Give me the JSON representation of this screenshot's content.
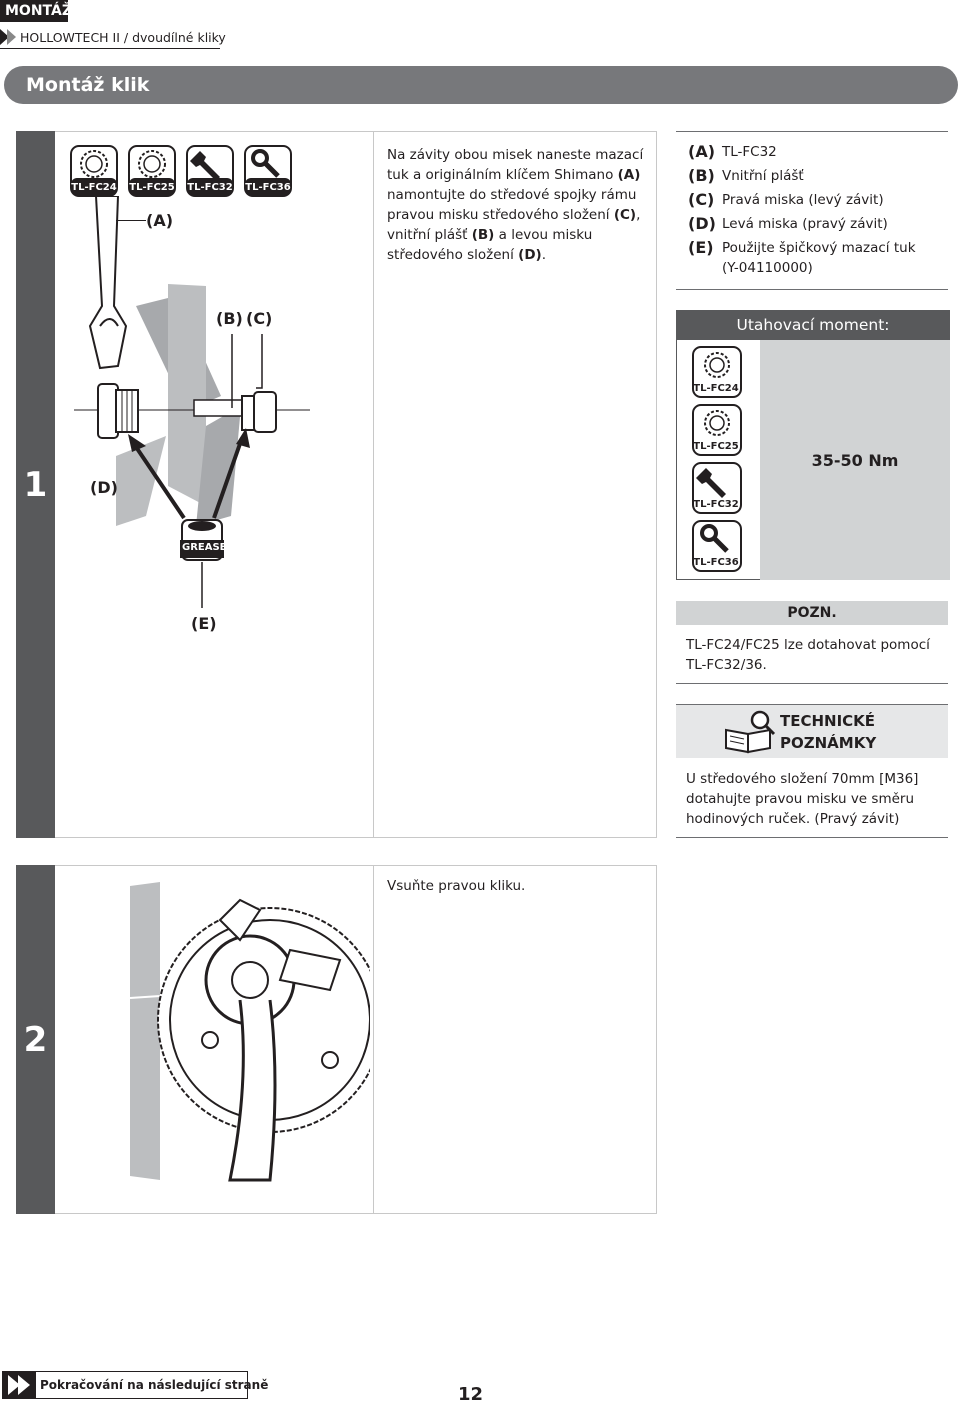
{
  "header": {
    "section": "MONTÁŽ",
    "breadcrumb": "HOLLOWTECH II / dvoudílné kliky",
    "title": "Montáž klik"
  },
  "step1": {
    "number": "1",
    "description_html": "Na závity obou misek naneste mazací tuk a originálním klíčem Shimano <b>(A)</b> namontujte do středové spojky rámu pravou misku středového složení <b>(C)</b>, vnitřní plášť <b>(B)</b> a levou misku středového složení <b>(D)</b>.",
    "tools": [
      "TL-FC24",
      "TL-FC25",
      "TL-FC32",
      "TL-FC36"
    ],
    "labels": {
      "a": "(A)",
      "b": "(B)",
      "c": "(C)",
      "d": "(D)",
      "e": "(E)",
      "grease": "GREASE"
    },
    "parts": [
      {
        "key": "(A)",
        "text": "TL-FC32"
      },
      {
        "key": "(B)",
        "text": "Vnitřní plášť"
      },
      {
        "key": "(C)",
        "text": "Pravá miska (levý závit)"
      },
      {
        "key": "(D)",
        "text": "Levá miska (pravý závit)"
      },
      {
        "key": "(E)",
        "text": "Použijte špičkový mazací tuk"
      },
      {
        "key": "",
        "text": "(Y-04110000)"
      }
    ],
    "torque": {
      "heading": "Utahovací moment:",
      "tools": [
        "TL-FC24",
        "TL-FC25",
        "TL-FC32",
        "TL-FC36"
      ],
      "value": "35-50 Nm"
    },
    "note": {
      "heading": "POZN.",
      "text": "TL-FC24/FC25 lze dotahovat pomocí TL-FC32/36."
    },
    "tech": {
      "heading_line1": "TECHNICKÉ",
      "heading_line2": "POZNÁMKY",
      "text": "U středového složení 70mm [M36] dotahujte pravou misku ve směru hodinových ruček. (Pravý závit)"
    }
  },
  "step2": {
    "number": "2",
    "description": "Vsuňte pravou kliku."
  },
  "footer": {
    "continue": "Pokračování na následující straně",
    "page": "12"
  },
  "colors": {
    "dark": "#58595b",
    "mid": "#77787b",
    "light": "#d1d3d4"
  }
}
